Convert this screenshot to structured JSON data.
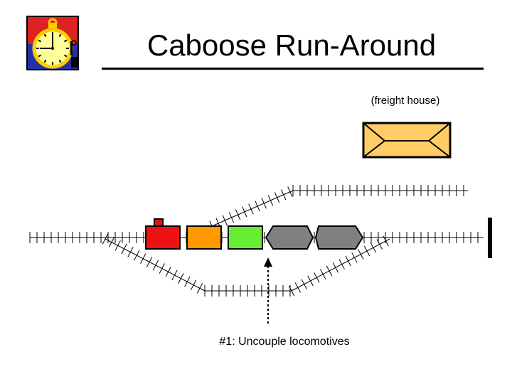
{
  "title": "Caboose Run-Around",
  "freight_house": {
    "label": "(freight house)"
  },
  "step_caption": "#1:  Uncouple locomotives",
  "icons": {
    "logo": "stopwatch-icon"
  },
  "colors": {
    "caboose": "#ee1111",
    "car_orange": "#ff9900",
    "car_green": "#66ee33",
    "locomotive": "#808080",
    "freight_house": "#ffcc66",
    "logo_red": "#dd2222",
    "logo_blue": "#2233aa",
    "logo_face": "#ffff99"
  }
}
